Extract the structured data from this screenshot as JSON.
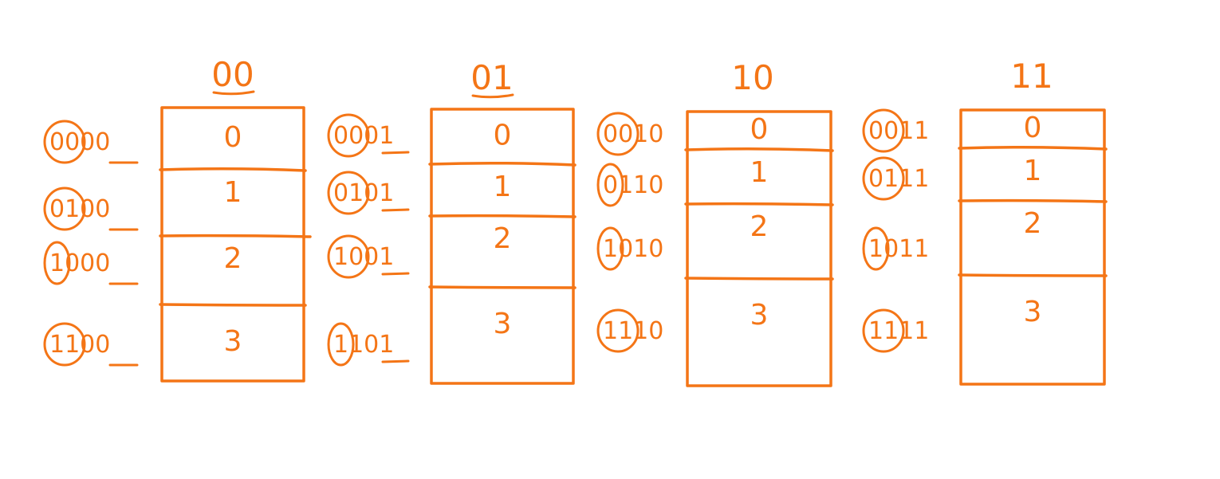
{
  "ink_color": "#f47516",
  "background": "#ffffff",
  "columns": [
    {
      "header": "00",
      "cells": [
        "0",
        "1",
        "2",
        "3"
      ],
      "addresses": [
        "0000",
        "0100",
        "1000",
        "1100"
      ],
      "circled_bits": [
        2,
        2,
        1,
        2
      ]
    },
    {
      "header": "01",
      "cells": [
        "0",
        "1",
        "2",
        "3"
      ],
      "addresses": [
        "0001",
        "0101",
        "1001",
        "1101"
      ],
      "circled_bits": [
        2,
        2,
        2,
        1
      ]
    },
    {
      "header": "10",
      "cells": [
        "0",
        "1",
        "2",
        "3"
      ],
      "addresses": [
        "0010",
        "0110",
        "1010",
        "1110"
      ],
      "circled_bits": [
        2,
        1,
        1,
        2
      ]
    },
    {
      "header": "11",
      "cells": [
        "0",
        "1",
        "2",
        "3"
      ],
      "addresses": [
        "0011",
        "0111",
        "1011",
        "1111"
      ],
      "circled_bits": [
        2,
        2,
        1,
        2
      ]
    }
  ]
}
